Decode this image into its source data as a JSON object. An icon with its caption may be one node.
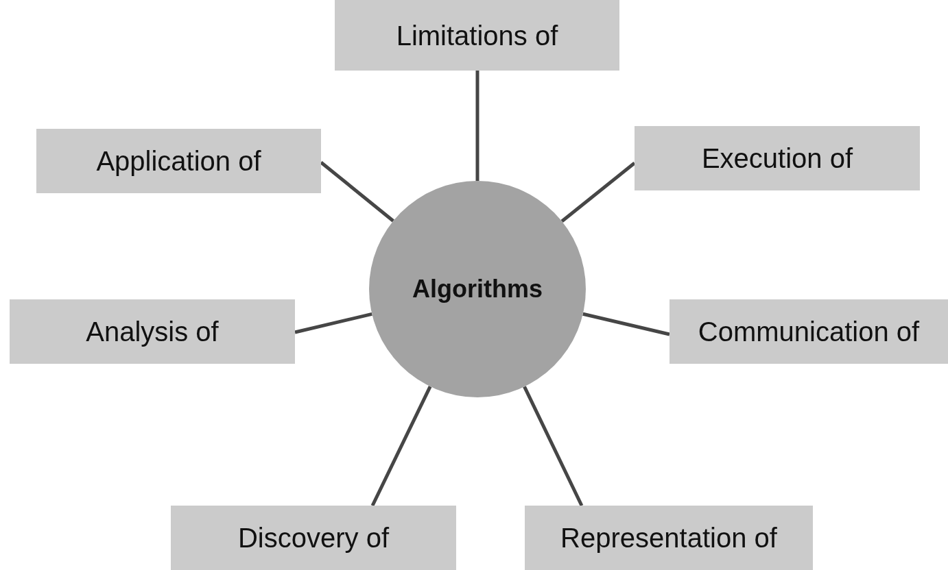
{
  "diagram": {
    "nodes": [
      {
        "text": [
          "Limitations of"
        ]
      },
      {
        "text": [
          "Application of"
        ]
      },
      {
        "text": [
          "Execution of"
        ]
      },
      {
        "text": [
          "Algorithms"
        ]
      },
      {
        "text": [
          "Analysis of"
        ]
      },
      {
        "text": [
          "Communication of"
        ]
      },
      {
        "text": [
          "Discovery of"
        ]
      },
      {
        "text": [
          "Representation of"
        ]
      }
    ],
    "edges": [
      {
        "from": 3,
        "to": 0,
        "arrow": "none"
      },
      {
        "from": 3,
        "to": 1,
        "arrow": "none"
      },
      {
        "from": 3,
        "to": 2,
        "arrow": "none"
      },
      {
        "from": 3,
        "to": 4,
        "arrow": "none"
      },
      {
        "from": 3,
        "to": 5,
        "arrow": "none"
      },
      {
        "from": 3,
        "to": 6,
        "arrow": "none"
      },
      {
        "from": 3,
        "to": 7,
        "arrow": "none"
      }
    ]
  }
}
